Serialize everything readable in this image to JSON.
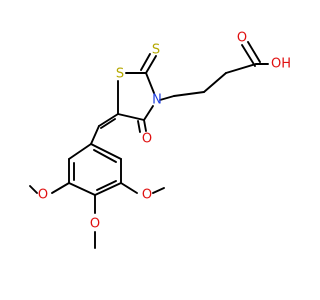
{
  "atoms": {
    "sulfur_ring": "S",
    "sulfur_thione": "S",
    "nitrogen": "N",
    "oxygen_carbonyl": "O",
    "oxygen_acid_double": "O",
    "oxygen_acid_hydroxyl": "OH",
    "oxygen_methoxy_left": "O",
    "oxygen_methoxy_right": "O",
    "oxygen_methoxy_bottom": "O"
  },
  "colors": {
    "bond": "#000000",
    "sulfur": "#b5a800",
    "nitrogen": "#1f3fe0",
    "oxygen": "#e01010"
  }
}
